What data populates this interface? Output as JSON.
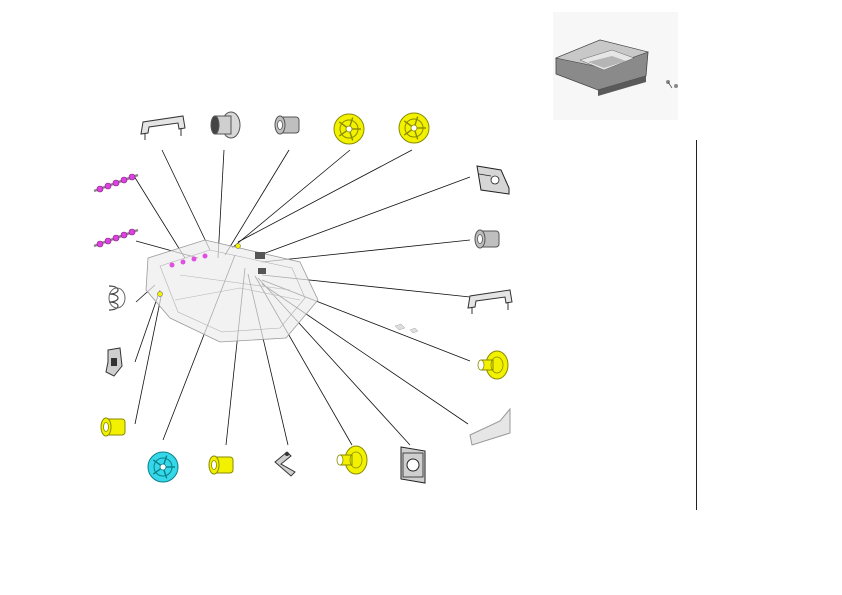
{
  "palette": {
    "leader": "#111111",
    "yellow": "#f2f200",
    "yellow_dark": "#8a8a00",
    "cyan": "#35d8e8",
    "magenta": "#e040e0",
    "grey": "#bfbfbf",
    "grey_dark": "#555555",
    "assembly_fill": "#ececec"
  },
  "parts": [
    {
      "name": "bracket-rail",
      "icon": "bracket-icon",
      "color": "grey"
    },
    {
      "name": "grey-roller",
      "icon": "roller-icon",
      "color": "grey"
    },
    {
      "name": "small-bushing-top",
      "icon": "bushing-icon",
      "color": "grey"
    },
    {
      "name": "yellow-gear-top-1",
      "icon": "gear-icon",
      "color": "yellow"
    },
    {
      "name": "yellow-gear-top-2",
      "icon": "gear-icon",
      "color": "yellow"
    },
    {
      "name": "shaft-upper",
      "icon": "shaft-icon",
      "color": "magenta"
    },
    {
      "name": "shaft-lower",
      "icon": "shaft-icon",
      "color": "magenta"
    },
    {
      "name": "spring",
      "icon": "spring-icon",
      "color": "grey"
    },
    {
      "name": "latch",
      "icon": "latch-icon",
      "color": "grey"
    },
    {
      "name": "yellow-bushing-left",
      "icon": "bushing-icon",
      "color": "yellow"
    },
    {
      "name": "cyan-gear",
      "icon": "gear-icon",
      "color": "cyan"
    },
    {
      "name": "yellow-bushing-bottom",
      "icon": "bushing-icon",
      "color": "yellow"
    },
    {
      "name": "clip-lever",
      "icon": "lever-icon",
      "color": "grey"
    },
    {
      "name": "yellow-pulley",
      "icon": "pulley-icon",
      "color": "yellow"
    },
    {
      "name": "mount-plate",
      "icon": "plate-icon",
      "color": "grey"
    },
    {
      "name": "side-frame",
      "icon": "frame-icon",
      "color": "grey"
    },
    {
      "name": "bushing-right",
      "icon": "bushing-icon",
      "color": "grey"
    },
    {
      "name": "bracket-right",
      "icon": "bracket-icon",
      "color": "grey"
    },
    {
      "name": "yellow-pulley-right",
      "icon": "pulley-icon",
      "color": "yellow"
    },
    {
      "name": "cover-plate",
      "icon": "cover-icon",
      "color": "grey"
    }
  ]
}
